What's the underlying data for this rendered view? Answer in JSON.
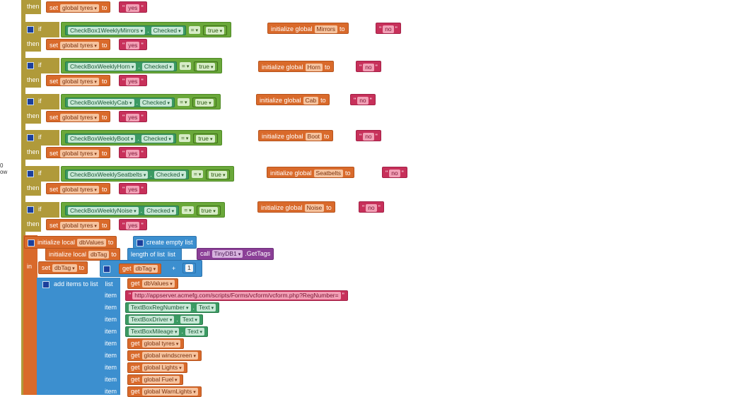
{
  "keywords": {
    "then": "then",
    "if": "if",
    "set": "set",
    "to": "to",
    "in": "in",
    "item": "item",
    "list": "list",
    "get": "get",
    "call": "call",
    "plus": "+"
  },
  "global_tyres": "global tyres",
  "yes": "yes",
  "no": "no",
  "eq": "=",
  "true": "true",
  "checked": "Checked",
  "init_global": "initialize global",
  "conditions": [
    {
      "component": "CheckBox1WeeklyMirrors",
      "var": "Mirrors"
    },
    {
      "component": "CheckBoxWeeklyHorn",
      "var": "Horn"
    },
    {
      "component": "CheckBoxWeeklyCab",
      "var": "Cab"
    },
    {
      "component": "CheckBoxWeeklyBoot",
      "var": "Boot"
    },
    {
      "component": "CheckBoxWeeklySeatbelts",
      "var": "Seatbelts"
    },
    {
      "component": "CheckBoxWeeklyNoise",
      "var": "Noise"
    }
  ],
  "local": {
    "init_local": "initialize local",
    "dbValues": "dbValues",
    "dbTag": "dbTag",
    "create_empty_list": "create empty list",
    "length_of_list": "length of list",
    "tinydb": "TinyDB1",
    "gettags": ".GetTags",
    "one": "1",
    "add_items": "add items to list"
  },
  "items": [
    {
      "kind": "text",
      "value": "http://appserver.acmefg.com/scripts/Forms/vcform/vcform.php?RegNumber="
    },
    {
      "kind": "comp",
      "value": "TextBoxRegNumber",
      "prop": "Text"
    },
    {
      "kind": "comp",
      "value": "TextBoxDriver",
      "prop": "Text"
    },
    {
      "kind": "comp",
      "value": "TextBoxMileage",
      "prop": "Text"
    },
    {
      "kind": "get",
      "value": "global tyres"
    },
    {
      "kind": "get",
      "value": "global windscreen"
    },
    {
      "kind": "get",
      "value": "global Lights"
    },
    {
      "kind": "get",
      "value": "global Fuel"
    },
    {
      "kind": "get",
      "value": "global WarnLights"
    }
  ],
  "side_text": [
    "0",
    "ow"
  ]
}
